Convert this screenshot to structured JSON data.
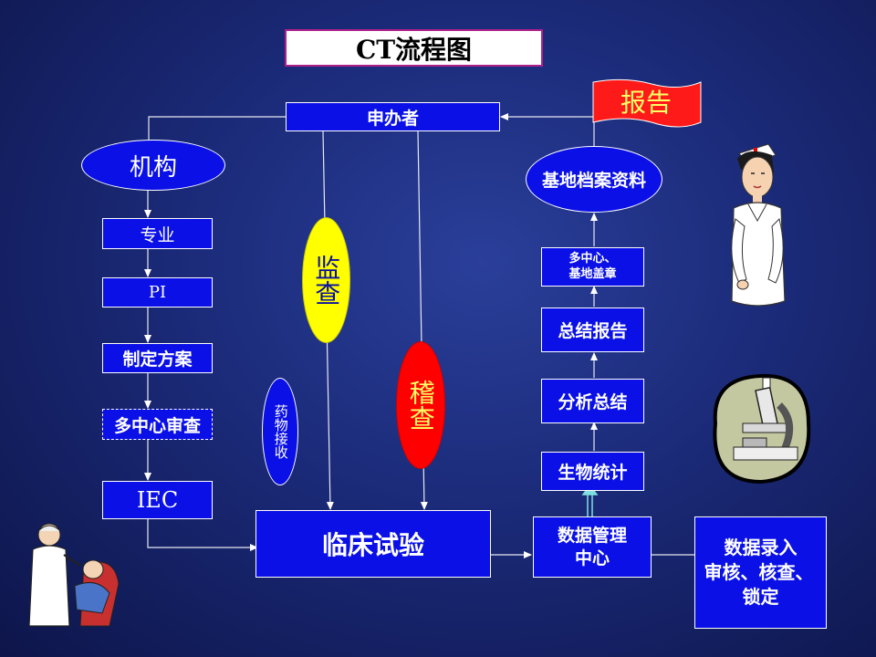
{
  "title": "CT流程图",
  "flag": "报告",
  "sponsor": "申办者",
  "institution": "机构",
  "specialty": "专业",
  "pi": "PI",
  "protocol": "制定方案",
  "multicenter_review": "多中心审查",
  "iec": "IEC",
  "monitor": "监查",
  "audit": "稽查",
  "drug_receipt": "药物接收",
  "clinical_trial": "临床试验",
  "data_center_l1": "数据管理",
  "data_center_l2": "中心",
  "data_entry_l1": "数据录入",
  "data_entry_l2": "审核、核查、",
  "data_entry_l3": "锁定",
  "biostat": "生物统计",
  "analysis": "分析总结",
  "summary_report": "总结报告",
  "seal_l1": "多中心、",
  "seal_l2": "基地盖章",
  "archive": "基地档案资料",
  "colors": {
    "box": "#0a10e6",
    "monitor": "#ffff00",
    "audit": "#ff0000",
    "flag": "#ff1a1a",
    "arrow": "#ffffff"
  },
  "icons": [
    "nurse-icon",
    "microscope-icon",
    "doctor-patient-icon"
  ]
}
